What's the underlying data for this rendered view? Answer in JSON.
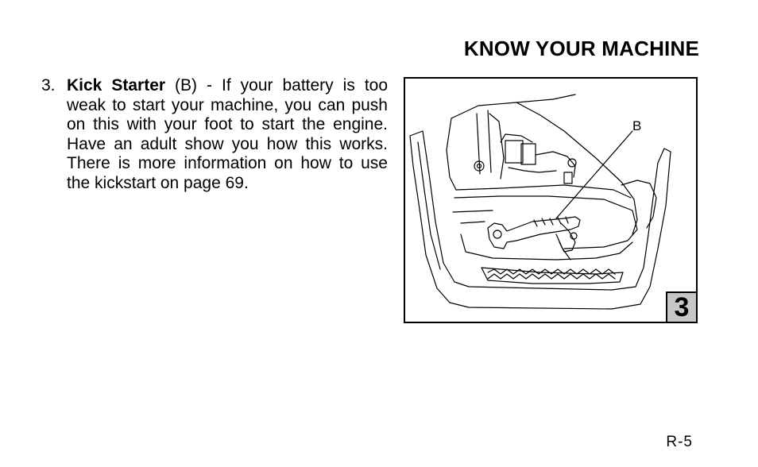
{
  "header": {
    "section_title": "KNOW YOUR MACHINE"
  },
  "item": {
    "number": "3.",
    "term": "Kick Starter",
    "description": " (B) - If your battery is too weak to start your machine, you can push on this with your foot to start the engine.  Have an adult show you how this works.  There is more information on how to use the kickstart on page 69."
  },
  "figure": {
    "callout_label": "B",
    "figure_number": "3"
  },
  "footer": {
    "page_number": "R-5"
  }
}
